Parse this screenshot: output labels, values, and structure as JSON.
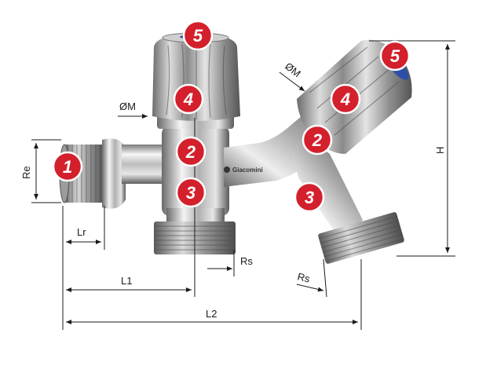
{
  "dimensions": {
    "re": "Re",
    "lr": "Lr",
    "l1": "L1",
    "l2": "L2",
    "h": "H",
    "om_left": "ØM",
    "om_right": "ØM",
    "rs_center": "Rs",
    "rs_right": "Rs"
  },
  "badges": {
    "b1": "1",
    "b2_left": "2",
    "b3_left": "3",
    "b4_left": "4",
    "b5_left": "5",
    "b2_right": "2",
    "b3_right": "3",
    "b4_right": "4",
    "b5_right": "5"
  },
  "brand": {
    "logo_text": "Giacomini"
  },
  "colors": {
    "badge_fill": "#d3202c",
    "badge_stroke": "#ffffff",
    "chrome_light": "#f4f4f4",
    "chrome_mid": "#b8b8b8",
    "chrome_dark": "#6e6e6e",
    "line": "#1a1a1a",
    "cap_blue": "#2d4fa8"
  }
}
